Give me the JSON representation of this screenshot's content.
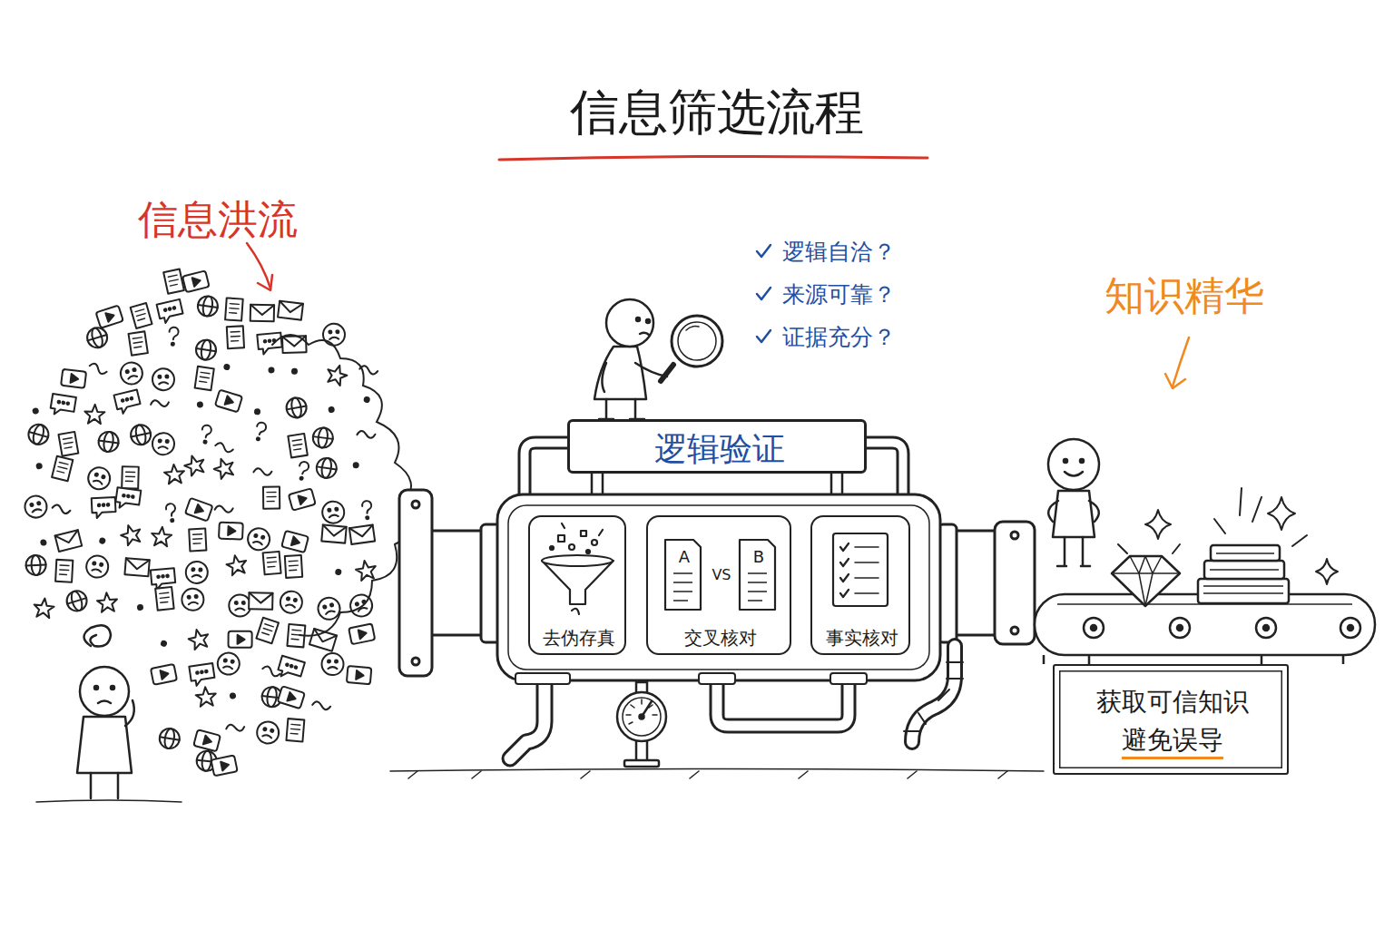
{
  "diagram": {
    "title": "信息筛选流程",
    "nodes": [
      {
        "text": [
          "逻辑验证"
        ]
      },
      {
        "text": [
          "去伪存真"
        ]
      },
      {
        "text": [
          "A",
          "VS",
          "B",
          "交叉核对"
        ]
      },
      {
        "text": [
          "事实核对"
        ]
      },
      {
        "text": [
          "获取可信知识",
          "避免误导"
        ]
      }
    ],
    "labels": [
      "信息洪流",
      "逻辑自洽？",
      "来源可靠？",
      "证据充分？",
      "知识精华"
    ]
  }
}
